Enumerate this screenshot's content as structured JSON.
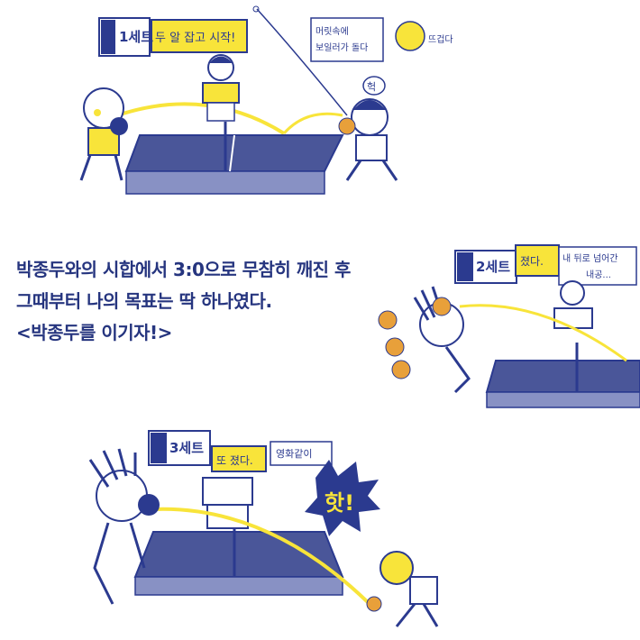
{
  "colors": {
    "navy": "#2b3a8f",
    "yellow": "#f8e43a",
    "table": "#4a5699",
    "white": "#ffffff"
  },
  "caption": {
    "line1": "박종두와의 시합에서 3:0으로 무참히 깨진 후",
    "line2": "그때부터 나의 목표는 딱 하나였다.",
    "line3": "<박종두를 이기자!>"
  },
  "panel1": {
    "set_label": "1세트",
    "bubble": "두 알 잡고 시작!",
    "thought_line1": "머릿속에",
    "thought_line2": "보일러가 돌다",
    "thought_side": "뜨겁다",
    "exclaim": "헉"
  },
  "panel2": {
    "set_label": "2세트",
    "bubble": "졌다.",
    "thought_line1": "내 뒤로 넘어간",
    "thought_line2": "내공..."
  },
  "panel3": {
    "set_label": "3세트",
    "bubble": "또 졌다.",
    "thought": "영화같이",
    "exclaim": "핫!"
  }
}
